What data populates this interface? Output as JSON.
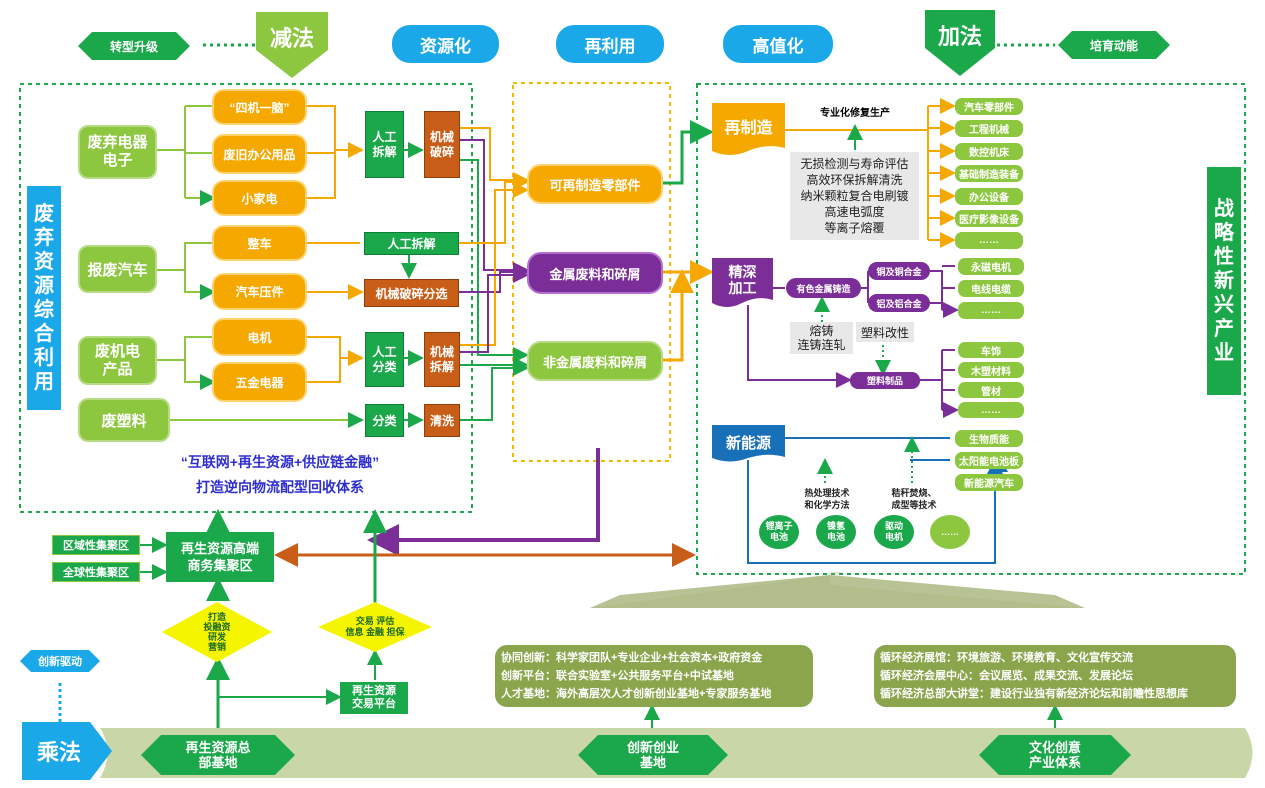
{
  "top": {
    "subtract_label": "减法",
    "transform_label": "转型升级",
    "resource_label": "资源化",
    "reuse_label": "再利用",
    "high_value_label": "高值化",
    "add_label": "加法",
    "cultivate_label": "培育动能"
  },
  "left_panel": {
    "title": "废弃资源综合利用",
    "source_electronics": "废弃电器\n电子",
    "item_four_one": "“四机一脑”",
    "item_office": "废旧办公用品",
    "item_appliance": "小家电",
    "manual_dismantle_1": "人工\n拆解",
    "mechanical_crush_1": "机械\n破碎",
    "source_auto": "报废汽车",
    "item_vehicle": "整车",
    "item_press": "汽车压件",
    "manual_dismantle_2": "人工拆解",
    "mechanical_crush_sort": "机械破碎分选",
    "source_electromech": "废机电\n产品",
    "item_motor": "电机",
    "item_hardware": "五金电器",
    "manual_sort": "人工\n分类",
    "mechanical_dismantle": "机械\n拆解",
    "source_plastic": "废塑料",
    "sort_label": "分类",
    "wash_label": "清洗",
    "slogan_1": "“互联网+再生资源+供应链金融”",
    "slogan_2": "打造逆向物流配型回收体系"
  },
  "middle": {
    "remanufacture_parts": "可再制造零部件",
    "metal_scrap": "金属废料和碎屑",
    "nonmetal_scrap": "非金属废料和碎屑"
  },
  "right_panel": {
    "title": "战略性新兴产业",
    "reman_label": "再制造",
    "pro_repair": "专业化修复生产",
    "reman_tech": "无损检测与寿命评估\n高效环保拆解清洗\n纳米颗粒复合电刷镀\n高速电弧度\n等离子熔覆",
    "reman_outputs": [
      "汽车零部件",
      "工程机械",
      "数控机床",
      "基础制造装备",
      "办公设备",
      "医疗影像设备",
      "……"
    ],
    "deep_processing": "精深\n加工",
    "nonferrous_casting": "有色金属铸造",
    "copper_alloy": "铜及铜合金",
    "aluminum_alloy": "铝及铝合金",
    "casting_tech": "熔铸\n连铸连轧",
    "plastic_mod": "塑料改性",
    "plastic_products": "塑料制品",
    "metal_outputs": [
      "永磁电机",
      "电线电缆",
      "……"
    ],
    "plastic_outputs": [
      "车饰",
      "木塑材料",
      "管材",
      "……"
    ],
    "new_energy": "新能源",
    "heat_tech": "热处理技术\n和化学方法",
    "straw_tech": "秸秆焚烧、\n成型等技术",
    "battery_items": [
      "锂离子\n电池",
      "镍氢\n电池",
      "驱动\n电机",
      "……"
    ],
    "energy_outputs": [
      "生物质能",
      "太阳能电池板",
      "新能源汽车"
    ]
  },
  "bottom_left": {
    "regional_zone": "区域性集聚区",
    "global_zone": "全球性集聚区",
    "business_hub": "再生资源高端\n商务集聚区",
    "diamond_1": "打造\n投融资\n研发\n营销",
    "diamond_2": "交易  评估\n信息  金融  担保",
    "trading_platform": "再生资源\n交易平台",
    "innovation_drive": "创新驱动",
    "multiply_label": "乘法"
  },
  "bottom": {
    "collab_lines": "协同创新：科学家团队+专业企业+社会资本+政府资金\n创新平台：联合实验室+公共服务平台+中试基地\n人才基地：海外高层次人才创新创业基地+专家服务基地",
    "circular_lines": "循环经济展馆：环境旅游、环境教育、文化宣传交流\n循环经济会展中心：会议展览、成果交流、发展论坛\n循环经济总部大讲堂：建设行业独有新经济论坛和前瞻性思想库",
    "hex_base": "再生资源总\n部基地",
    "hex_innovation": "创新创业\n基地",
    "hex_culture": "文化创意\n产业体系"
  },
  "colors": {
    "green": "#1aa84a",
    "light_green": "#8dc63f",
    "orange": "#f5a800",
    "brown": "#c75d17",
    "purple": "#7b2e98",
    "blue": "#1aa8e8",
    "dark_blue": "#1870b8"
  }
}
